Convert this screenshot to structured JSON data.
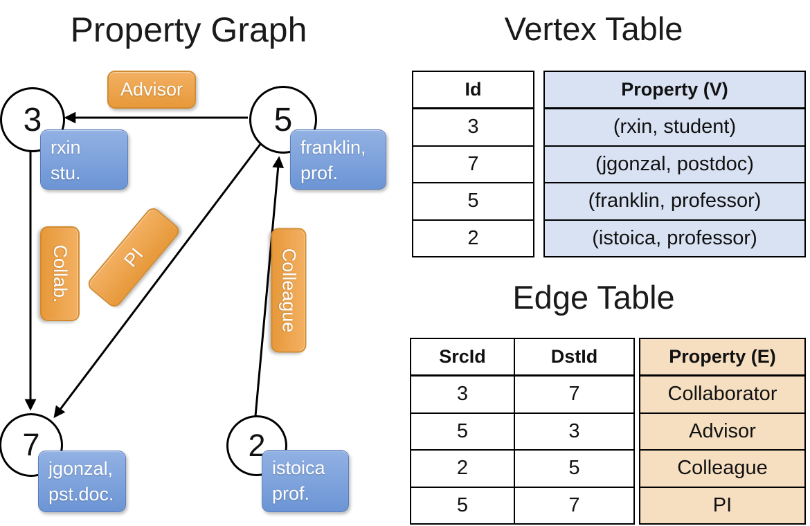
{
  "graph": {
    "title": "Property Graph",
    "vertices": [
      {
        "id": "3",
        "line1": "rxin",
        "line2": "stu."
      },
      {
        "id": "5",
        "line1": "franklin,",
        "line2": "prof."
      },
      {
        "id": "7",
        "line1": "jgonzal,",
        "line2": "pst.doc."
      },
      {
        "id": "2",
        "line1": "istoica",
        "line2": "prof."
      }
    ],
    "edge_labels": {
      "advisor": "Advisor",
      "collab": "Collab.",
      "pi": "PI",
      "colleague": "Colleague"
    }
  },
  "vertex_table": {
    "title": "Vertex Table",
    "columns": [
      "Id",
      "Property (V)"
    ],
    "rows": [
      {
        "id": "3",
        "property": "(rxin, student)"
      },
      {
        "id": "7",
        "property": "(jgonzal, postdoc)"
      },
      {
        "id": "5",
        "property": "(franklin, professor)"
      },
      {
        "id": "2",
        "property": "(istoica, professor)"
      }
    ]
  },
  "edge_table": {
    "title": "Edge Table",
    "columns": [
      "SrcId",
      "DstId",
      "Property (E)"
    ],
    "rows": [
      {
        "src": "3",
        "dst": "7",
        "property": "Collaborator"
      },
      {
        "src": "5",
        "dst": "3",
        "property": "Advisor"
      },
      {
        "src": "2",
        "dst": "5",
        "property": "Colleague"
      },
      {
        "src": "5",
        "dst": "7",
        "property": "PI"
      }
    ]
  },
  "colors": {
    "edge_label_fill_top": "#F3B062",
    "edge_label_fill_bottom": "#E7993A",
    "edge_label_border": "#D18A2E",
    "vertex_label_fill_top": "#92B1E3",
    "vertex_label_fill_bottom": "#6C95D5",
    "vertex_property_column_bg": "#D9E2F3",
    "edge_property_column_bg": "#F6DFC1",
    "edge_line": "#000000",
    "label_text": "#FFFFFF"
  }
}
